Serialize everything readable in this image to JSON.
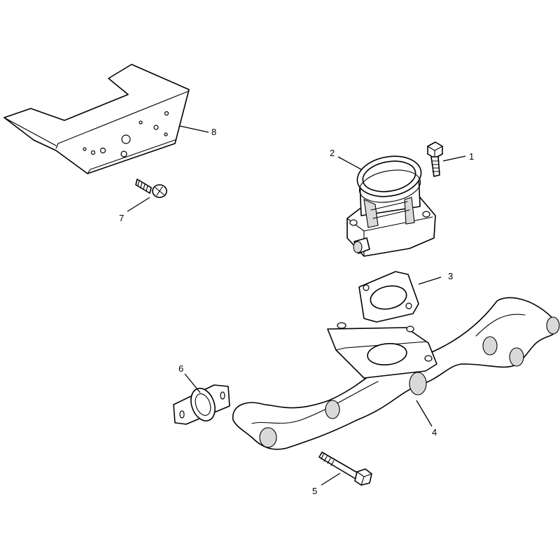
{
  "callouts": [
    {
      "number": "1",
      "part": "bolt"
    },
    {
      "number": "2",
      "part": "intake-adapter"
    },
    {
      "number": "3",
      "part": "gasket"
    },
    {
      "number": "4",
      "part": "intake-manifold"
    },
    {
      "number": "5",
      "part": "bolt"
    },
    {
      "number": "6",
      "part": "gasket"
    },
    {
      "number": "7",
      "part": "screw"
    },
    {
      "number": "8",
      "part": "bracket"
    }
  ],
  "colors": {
    "line": "#000000",
    "background": "#ffffff",
    "shade": "#d9d9d9"
  }
}
